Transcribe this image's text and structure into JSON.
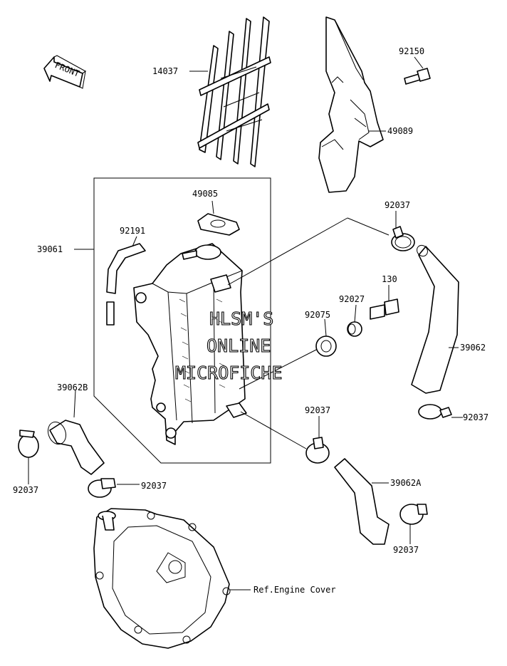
{
  "front_arrow": {
    "text": "FRONT"
  },
  "labels": {
    "l14037": "14037",
    "l92150": "92150",
    "l49089": "49089",
    "l49085": "49085",
    "l92037_top": "92037",
    "l92191": "92191",
    "l39061": "39061",
    "l130": "130",
    "l92027": "92027",
    "l92075": "92075",
    "l39062": "39062",
    "l39062B": "39062B",
    "l92037_mid": "92037",
    "l92037_right": "92037",
    "l92037_left": "92037",
    "l92037_bottom_clamp": "92037",
    "l39062A": "39062A",
    "l92037_br": "92037",
    "ref_engine_cover": "Ref.Engine Cover"
  },
  "watermark": {
    "line1": "HLSM'S",
    "line2": "ONLINE",
    "line3": "MICROFICHE"
  }
}
